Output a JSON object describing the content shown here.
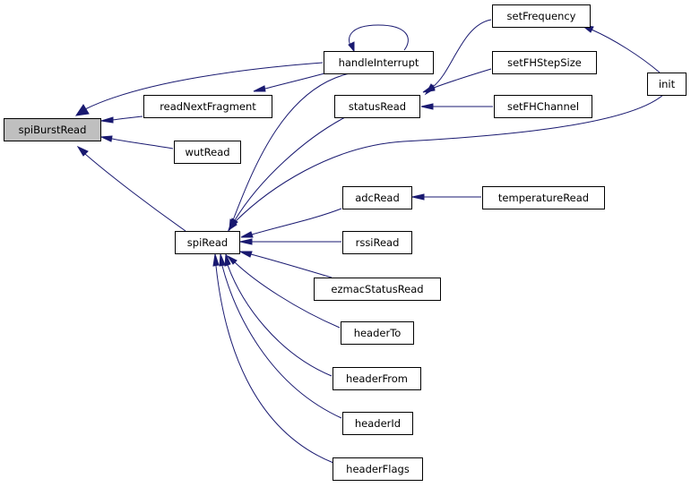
{
  "diagram": {
    "type": "call-graph",
    "root": "spiBurstRead",
    "colors": {
      "edge": "#191970",
      "root_fill": "#bfbfbf",
      "node_fill": "#ffffff",
      "node_border": "#000000"
    },
    "nodes": [
      {
        "id": "spiBurstRead",
        "label": "spiBurstRead"
      },
      {
        "id": "readNextFragment",
        "label": "readNextFragment"
      },
      {
        "id": "handleInterrupt",
        "label": "handleInterrupt"
      },
      {
        "id": "wutRead",
        "label": "wutRead"
      },
      {
        "id": "spiRead",
        "label": "spiRead"
      },
      {
        "id": "statusRead",
        "label": "statusRead"
      },
      {
        "id": "setFrequency",
        "label": "setFrequency"
      },
      {
        "id": "setFHStepSize",
        "label": "setFHStepSize"
      },
      {
        "id": "setFHChannel",
        "label": "setFHChannel"
      },
      {
        "id": "init",
        "label": "init"
      },
      {
        "id": "adcRead",
        "label": "adcRead"
      },
      {
        "id": "temperatureRead",
        "label": "temperatureRead"
      },
      {
        "id": "rssiRead",
        "label": "rssiRead"
      },
      {
        "id": "ezmacStatusRead",
        "label": "ezmacStatusRead"
      },
      {
        "id": "headerTo",
        "label": "headerTo"
      },
      {
        "id": "headerFrom",
        "label": "headerFrom"
      },
      {
        "id": "headerId",
        "label": "headerId"
      },
      {
        "id": "headerFlags",
        "label": "headerFlags"
      }
    ],
    "edges": [
      {
        "from": "handleInterrupt",
        "to": "spiBurstRead"
      },
      {
        "from": "readNextFragment",
        "to": "spiBurstRead"
      },
      {
        "from": "wutRead",
        "to": "spiBurstRead"
      },
      {
        "from": "spiRead",
        "to": "spiBurstRead"
      },
      {
        "from": "handleInterrupt",
        "to": "readNextFragment"
      },
      {
        "from": "handleInterrupt",
        "to": "handleInterrupt"
      },
      {
        "from": "statusRead",
        "to": "spiRead"
      },
      {
        "from": "handleInterrupt",
        "to": "spiRead"
      },
      {
        "from": "init",
        "to": "spiRead"
      },
      {
        "from": "adcRead",
        "to": "spiRead"
      },
      {
        "from": "rssiRead",
        "to": "spiRead"
      },
      {
        "from": "ezmacStatusRead",
        "to": "spiRead"
      },
      {
        "from": "headerTo",
        "to": "spiRead"
      },
      {
        "from": "headerFrom",
        "to": "spiRead"
      },
      {
        "from": "headerId",
        "to": "spiRead"
      },
      {
        "from": "headerFlags",
        "to": "spiRead"
      },
      {
        "from": "setFrequency",
        "to": "statusRead"
      },
      {
        "from": "setFHStepSize",
        "to": "statusRead"
      },
      {
        "from": "setFHChannel",
        "to": "statusRead"
      },
      {
        "from": "init",
        "to": "setFrequency"
      },
      {
        "from": "temperatureRead",
        "to": "adcRead"
      }
    ]
  }
}
